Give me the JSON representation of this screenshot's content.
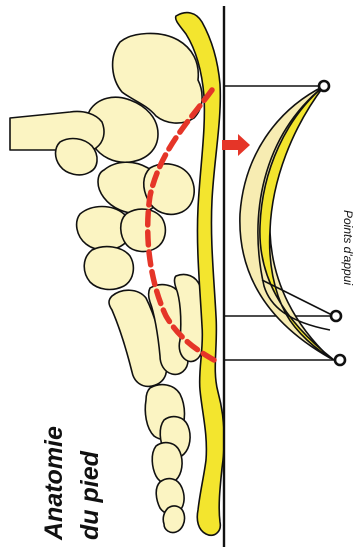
{
  "title": {
    "line1": "Anatomie",
    "line2": "du pied"
  },
  "support_label": "Points d'appui",
  "colors": {
    "bone_fill": "#fbf4c2",
    "sole_fill": "#f3e52e",
    "arch_line": "#e53528",
    "arrow": "#e53528",
    "outline": "#111111"
  },
  "icons": {
    "arrow": "red-arrow-right-icon",
    "support_points": "ring-icon"
  }
}
